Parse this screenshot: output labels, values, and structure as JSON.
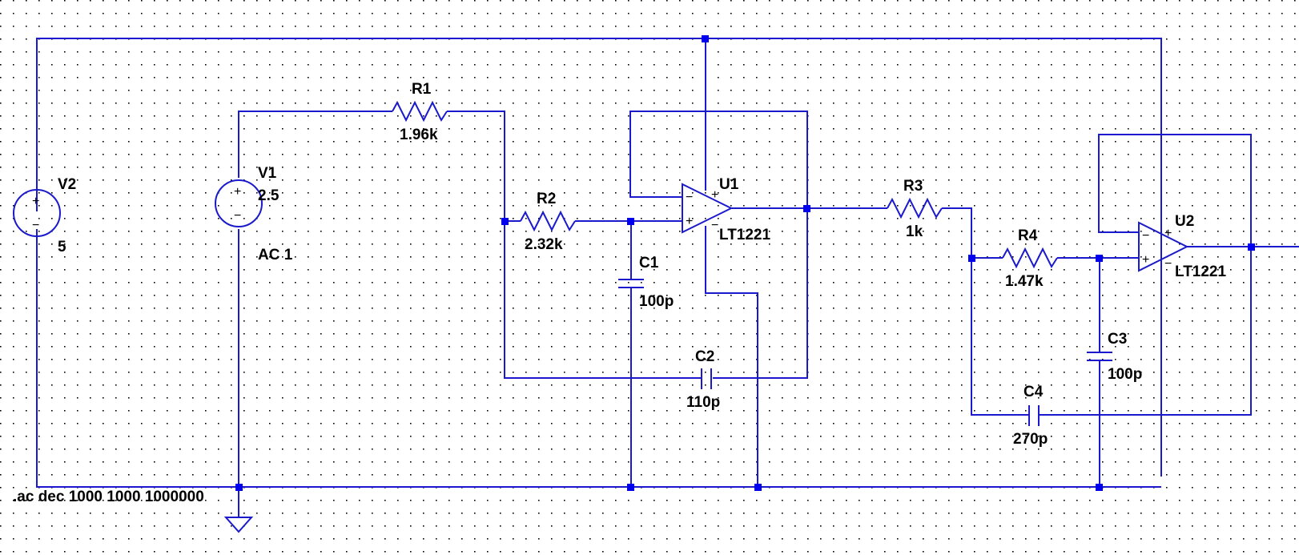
{
  "colors": {
    "wire": "#1a1acc",
    "node": "#0000ee",
    "text": "#000000",
    "grid": "#000000",
    "background": "#ffffff"
  },
  "components": {
    "r1": {
      "name": "R1",
      "value": "1.96k"
    },
    "r2": {
      "name": "R2",
      "value": "2.32k"
    },
    "r3": {
      "name": "R3",
      "value": "1k"
    },
    "r4": {
      "name": "R4",
      "value": "1.47k"
    },
    "c1": {
      "name": "C1",
      "value": "100p"
    },
    "c2": {
      "name": "C2",
      "value": "110p"
    },
    "c3": {
      "name": "C3",
      "value": "100p"
    },
    "c4": {
      "name": "C4",
      "value": "270p"
    },
    "v1": {
      "name": "V1",
      "value": "2.5",
      "ac": "AC 1"
    },
    "v2": {
      "name": "V2",
      "value": "5"
    },
    "u1": {
      "name": "U1",
      "model": "LT1221"
    },
    "u2": {
      "name": "U2",
      "model": "LT1221"
    }
  },
  "pin_signs": {
    "plus": "+",
    "minus": "−"
  },
  "directive": ".ac dec 1000 1000 1000000",
  "icons": [
    "ground-icon",
    "voltage-source-icon",
    "resistor-icon",
    "capacitor-icon",
    "opamp-icon"
  ]
}
